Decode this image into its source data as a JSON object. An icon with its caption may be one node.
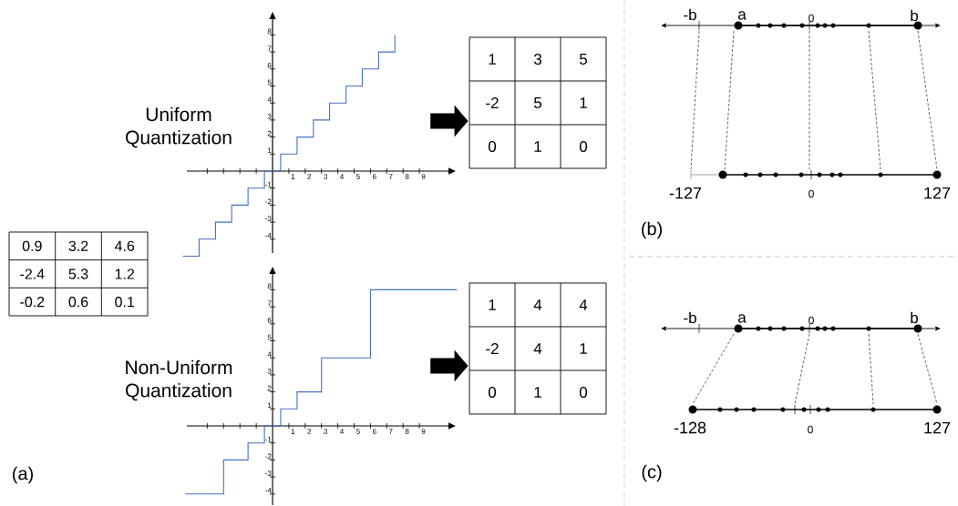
{
  "diagram": {
    "nodes": [
      {
        "text": [
          "0.9",
          "3.2",
          "4.6",
          "-2.4",
          "5.3",
          "1.2",
          "-0.2",
          "0.6",
          "0.1"
        ]
      },
      {
        "text": [],
        "shape": "picture",
        "beside": [
          "Uniform Quantization"
        ]
      },
      {
        "text": [
          "1",
          "3",
          "5",
          "-2",
          "5",
          "1",
          "0",
          "1",
          "0"
        ]
      },
      {
        "text": [],
        "shape": "picture",
        "beside": [
          "Non-Uniform Quantization"
        ]
      },
      {
        "text": [
          "1",
          "4",
          "4",
          "-2",
          "4",
          "1",
          "0",
          "1",
          "0"
        ]
      }
    ],
    "edges": [
      {
        "from": 1,
        "to": 2,
        "arrow": "to"
      },
      {
        "from": 3,
        "to": 4,
        "arrow": "to"
      }
    ],
    "labels": [
      "8",
      "7",
      "6",
      "5",
      "4",
      "3",
      "2",
      "1",
      "-1",
      "-2",
      "-3",
      "-4",
      "1",
      "2",
      "3",
      "4",
      "5",
      "6",
      "7",
      "8",
      "9",
      "8",
      "7",
      "6",
      "5",
      "4",
      "3",
      "2",
      "1",
      "-1",
      "-2",
      "-3",
      "-4",
      "1",
      "2",
      "3",
      "4",
      "5",
      "6",
      "7",
      "8",
      "9",
      "-b",
      "a",
      "0",
      "b",
      "-127",
      "0",
      "127",
      "(b)",
      "-b",
      "a",
      "0",
      "b",
      "-128",
      "0",
      "127",
      "(a)",
      "(c)"
    ]
  }
}
